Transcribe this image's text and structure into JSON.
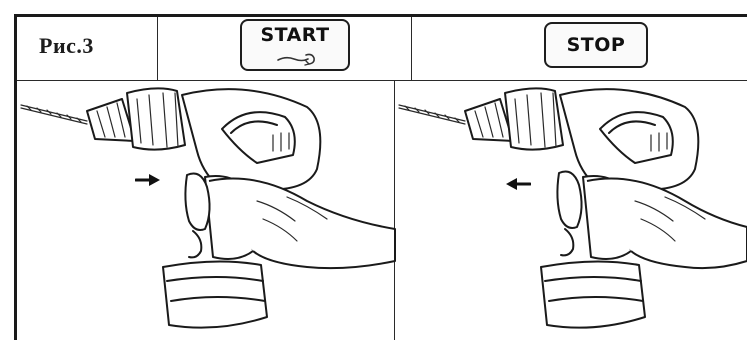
{
  "figure": {
    "label": "Рис.3",
    "start": {
      "label": "START",
      "icon": "finger-press-icon"
    },
    "stop": {
      "label": "STOP"
    }
  },
  "panels": [
    {
      "name": "start",
      "arrow_direction": "right",
      "arrow_icon": "arrow-right-icon"
    },
    {
      "name": "stop",
      "arrow_direction": "left",
      "arrow_icon": "arrow-left-icon"
    }
  ]
}
